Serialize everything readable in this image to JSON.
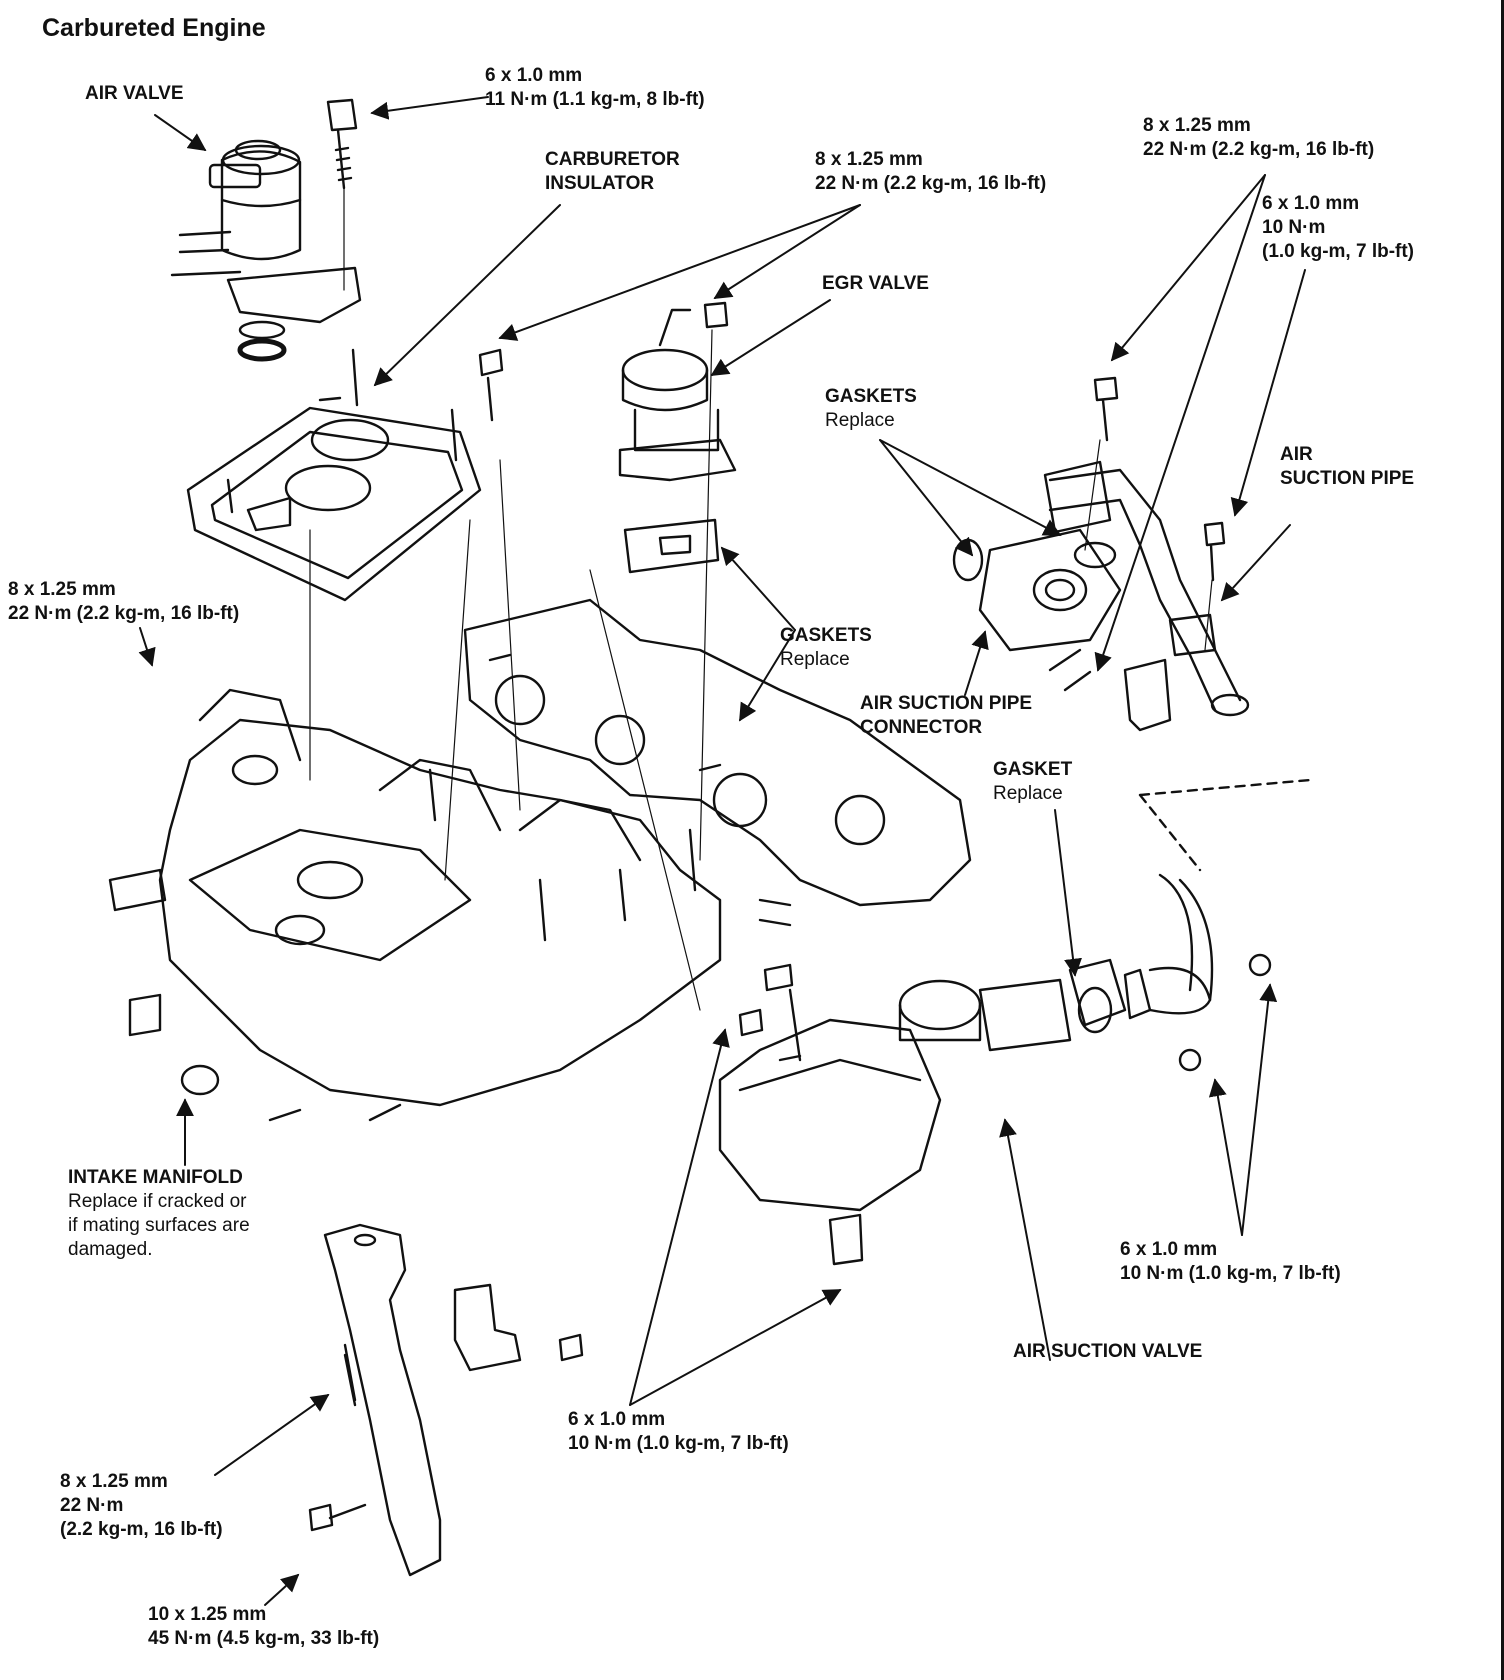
{
  "title": "Carbureted Engine",
  "labels": {
    "air_valve": "AIR VALVE",
    "bolt_top": [
      "6 x 1.0 mm",
      "11 N·m (1.1 kg-m, 8 lb-ft)"
    ],
    "carb_insulator": [
      "CARBURETOR",
      "INSULATOR"
    ],
    "bolt_center_top": [
      "8 x 1.25 mm",
      "22 N·m (2.2 kg-m, 16 lb-ft)"
    ],
    "egr_valve": "EGR VALVE",
    "bolt_right_top": [
      "8 x 1.25 mm",
      "22 N·m (2.2 kg-m, 16 lb-ft)"
    ],
    "bolt_right_small": [
      "6 x 1.0 mm",
      "10 N·m",
      "(1.0 kg-m, 7 lb-ft)"
    ],
    "gaskets_upper": [
      "GASKETS",
      "Replace"
    ],
    "air_suction_pipe": [
      "AIR",
      "SUCTION PIPE"
    ],
    "bolt_left": [
      "8 x 1.25 mm",
      "22 N·m (2.2 kg-m, 16 lb-ft)"
    ],
    "gaskets_mid": [
      "GASKETS",
      "Replace"
    ],
    "pipe_connector": [
      "AIR SUCTION PIPE",
      "CONNECTOR"
    ],
    "gasket_right": [
      "GASKET",
      "Replace"
    ],
    "intake_manifold": [
      "INTAKE MANIFOLD",
      "Replace if cracked or",
      "if mating surfaces are",
      "damaged."
    ],
    "bolt_right_bottom": [
      "6 x 1.0 mm",
      "10 N·m (1.0 kg-m, 7 lb-ft)"
    ],
    "air_suction_valve": "AIR SUCTION VALVE",
    "bolt_bottom_center": [
      "6 x 1.0 mm",
      "10 N·m (1.0 kg-m, 7 lb-ft)"
    ],
    "bolt_bottom_left": [
      "8 x 1.25 mm",
      "22 N·m",
      "(2.2 kg-m, 16 lb-ft)"
    ],
    "bolt_bottom": [
      "10 x 1.25 mm",
      "45 N·m (4.5 kg-m, 33 lb-ft)"
    ]
  },
  "colors": {
    "ink": "#111111",
    "paper": "#ffffff"
  }
}
